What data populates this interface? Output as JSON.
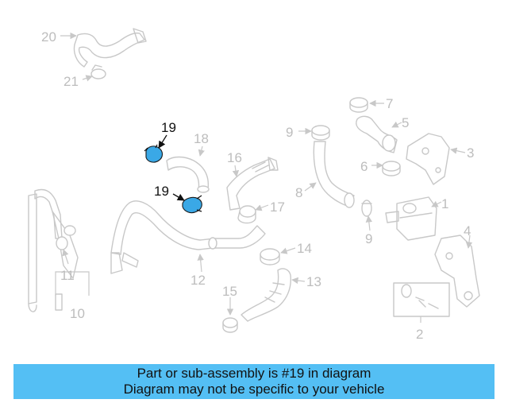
{
  "callouts": {
    "c1": "1",
    "c2": "2",
    "c3": "3",
    "c4": "4",
    "c5": "5",
    "c6": "6",
    "c7": "7",
    "c8": "8",
    "c9a": "9",
    "c9b": "9",
    "c10": "10",
    "c11": "11",
    "c12": "12",
    "c13": "13",
    "c14": "14",
    "c15": "15",
    "c16": "16",
    "c17": "17",
    "c18": "18",
    "c19a": "19",
    "c19b": "19",
    "c20": "20",
    "c21": "21"
  },
  "highlight": {
    "part_number": "19",
    "color": "#3aa8e6"
  },
  "banner": {
    "line1": "Part or sub-assembly is #19 in diagram",
    "line2": "Diagram may not be specific to your vehicle",
    "color": "#54bff4"
  }
}
